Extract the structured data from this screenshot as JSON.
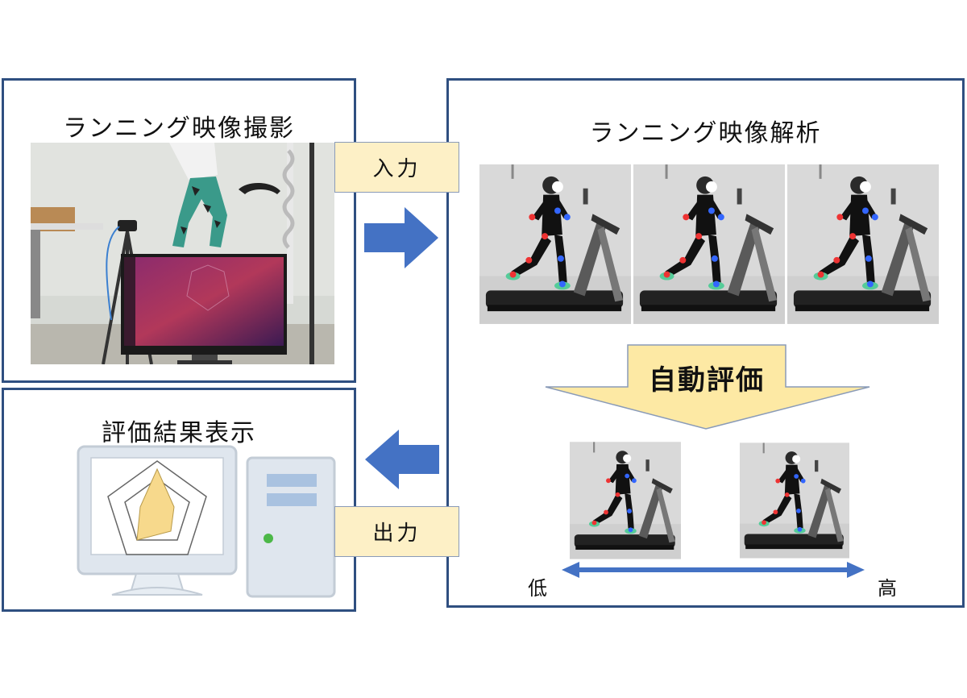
{
  "capture_panel": {
    "title": "ランニング映像撮影"
  },
  "analysis_panel": {
    "title": "ランニング映像解析",
    "auto_eval_label": "自動評価"
  },
  "result_panel": {
    "title": "評価結果表示"
  },
  "tags": {
    "input": "入力",
    "output": "出力"
  },
  "scale": {
    "low": "低",
    "high": "高"
  },
  "colors": {
    "panel_border": "#2f4f80",
    "arrow_blue": "#4472c4",
    "tag_fill": "#fdf0c6",
    "auto_eval_fill": "#fde9a4",
    "radar_fill": "#f7d98c"
  },
  "radar_chart": {
    "axes": 5,
    "values": [
      0.85,
      0.35,
      0.45,
      0.65,
      0.35
    ]
  }
}
